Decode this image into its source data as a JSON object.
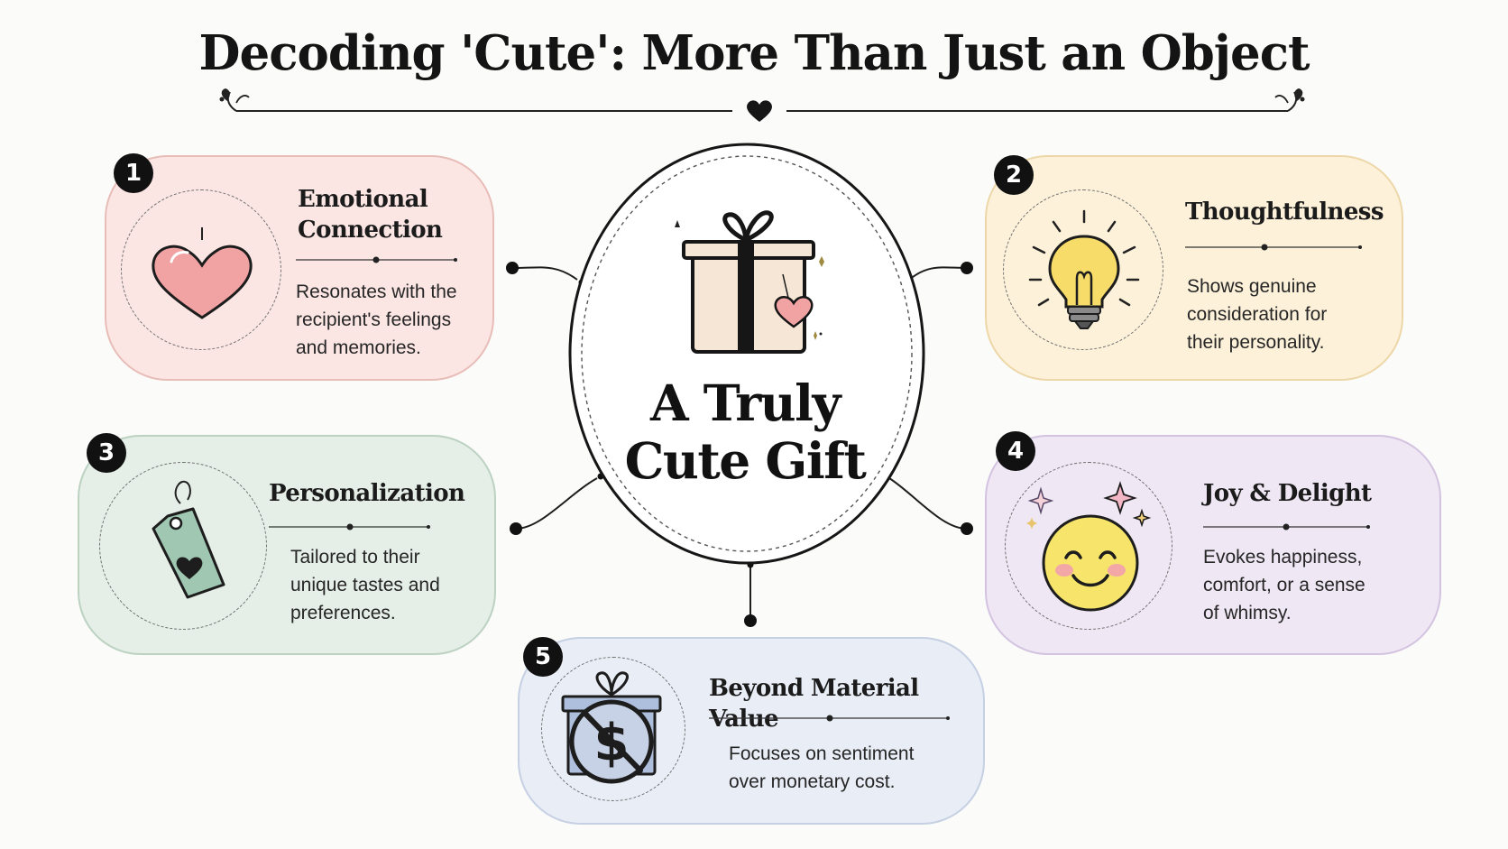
{
  "title": "Decoding 'Cute': More Than Just an Object",
  "center": {
    "line1": "A Truly",
    "line2": "Cute Gift"
  },
  "cards": [
    {
      "number": "1",
      "title_line1": "Emotional",
      "title_line2": "Connection",
      "desc": [
        "Resonates with the",
        "recipient's feelings",
        "and memories."
      ],
      "icon": "heart-icon",
      "color": "#fbe6e4"
    },
    {
      "number": "2",
      "title_line1": "Thoughtfulness",
      "title_line2": "",
      "desc": [
        "Shows genuine",
        "consideration for",
        "their personality."
      ],
      "icon": "lightbulb-icon",
      "color": "#fdf1d9"
    },
    {
      "number": "3",
      "title_line1": "Personalization",
      "title_line2": "",
      "desc": [
        "Tailored to their",
        "unique tastes and",
        "preferences."
      ],
      "icon": "gift-tag-icon",
      "color": "#e5efe7"
    },
    {
      "number": "4",
      "title_line1": "Joy & Delight",
      "title_line2": "",
      "desc": [
        "Evokes happiness,",
        "comfort, or a sense",
        "of whimsy."
      ],
      "icon": "smiley-face-icon",
      "color": "#efe7f4"
    },
    {
      "number": "5",
      "title_line1": "Beyond Material Value",
      "title_line2": "",
      "desc": [
        "Focuses on sentiment",
        "over monetary cost."
      ],
      "icon": "no-money-gift-icon",
      "color": "#e8edf6"
    }
  ]
}
